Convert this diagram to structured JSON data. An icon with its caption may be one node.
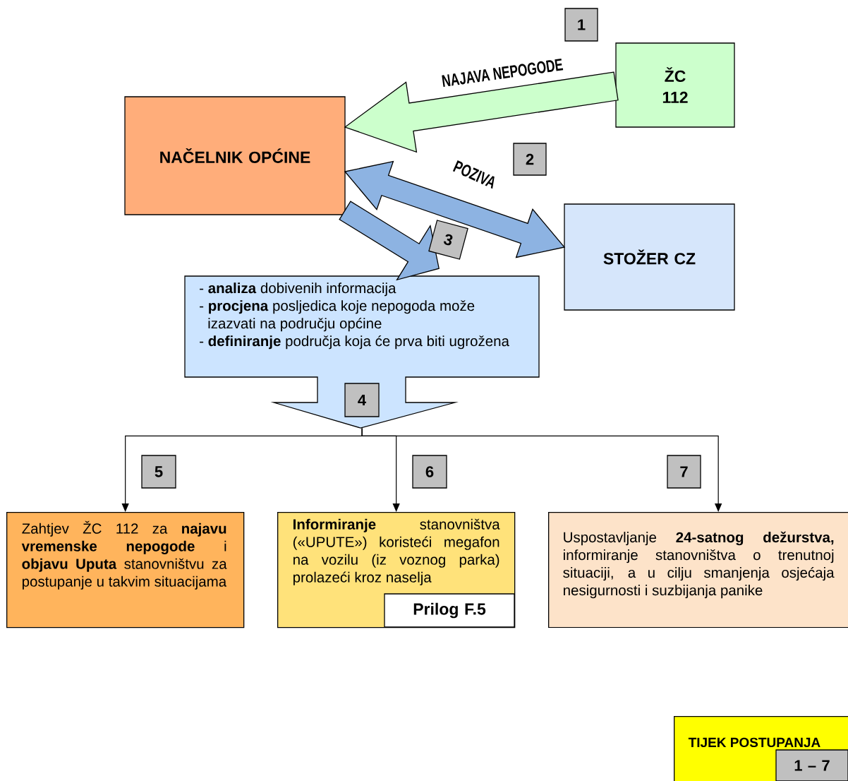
{
  "diagram": {
    "nodes": [
      {
        "text": [
          "1"
        ]
      },
      {
        "text": [
          "ŽC 112"
        ]
      },
      {
        "text": [
          "NAČELNIK OPĆINE"
        ]
      },
      {
        "text": [
          "2"
        ]
      },
      {
        "text": [
          "STOŽER CZ"
        ]
      },
      {
        "text": [
          "3"
        ]
      },
      {
        "text": [
          "- **analiza** dobivenih informacija",
          "- **procjena** posljedica koje nepogoda može izazvati na području općine",
          "- **definiranje** područja koja će prva biti ugrožena"
        ]
      },
      {
        "text": [
          "4"
        ],
        "in": 6
      },
      {
        "text": [
          "5"
        ]
      },
      {
        "text": [
          "6"
        ]
      },
      {
        "text": [
          "7"
        ]
      },
      {
        "text": [
          "Zahtjev ŽC 112 za **najavu vremenske nepogode** i **objavu Uputa** stanovništvu za postupanje u takvim situacijama"
        ]
      },
      {
        "text": [
          "**Informiranje** stanovništva («UPUTE») koristeći megafon na vozilu (iz voznog parka) prolazeći kroz naselja"
        ]
      },
      {
        "text": [
          "Prilog F.5"
        ],
        "in": 12
      },
      {
        "text": [
          "Uspostavljanje **24-satnog dežurstva,** informiranje stanovništva o trenutnoj situaciji, a u cilju smanjenja osjećaja nesigurnosti i suzbijanja panike"
        ]
      },
      {
        "text": [
          "TIJEK POSTUPANJA"
        ]
      },
      {
        "text": [
          "1 – 7"
        ],
        "in": 15
      }
    ],
    "edges": [
      {
        "from": 1,
        "to": 2,
        "arrow": "to",
        "label": "NAJAVA NEPOGODE",
        "style": "thick",
        "color": "#ccffcc"
      },
      {
        "from": 2,
        "to": 4,
        "arrow": "both",
        "label": "POZIVA",
        "style": "thick",
        "color": "#8db3e2"
      },
      {
        "from": 2,
        "to": 6,
        "arrow": "to",
        "style": "thick",
        "color": "#8db3e2"
      },
      {
        "from": 6,
        "to": 11,
        "arrow": "to"
      },
      {
        "from": 6,
        "to": 12,
        "arrow": "to"
      },
      {
        "from": 6,
        "to": 14,
        "arrow": "to"
      }
    ]
  }
}
